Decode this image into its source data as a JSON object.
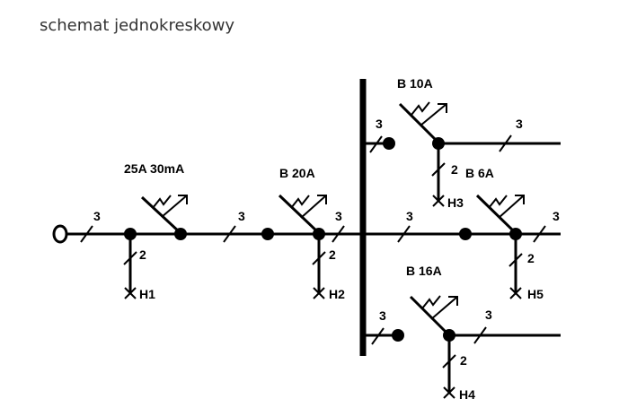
{
  "title": "schemat jednokreskowy",
  "colors": {
    "line": "#000000",
    "title_text": "#333333",
    "background": "#ffffff"
  },
  "diagram": {
    "supply": {
      "conductor_count": "3"
    },
    "rcd": {
      "label": "25A 30mA"
    },
    "link_rcd_to_mcb_main": {
      "conductor_count": "3"
    },
    "mcb_main": {
      "label": "B 20A"
    },
    "link_main_to_busbar": {
      "conductor_count": "3"
    },
    "busbar_tap_top": {
      "conductor_count": "3"
    },
    "busbar_tap_middle": {
      "conductor_count": "3"
    },
    "busbar_tap_bottom": {
      "conductor_count": "3"
    },
    "breakers": [
      {
        "label": "B 10A",
        "outgoing_count": "3",
        "drop_count": "2",
        "receiver": "H3"
      },
      {
        "label": "B 6A",
        "outgoing_count": "3",
        "drop_count": "2",
        "receiver": "H5"
      },
      {
        "label": "B 16A",
        "outgoing_count": "3",
        "drop_count": "2",
        "receiver": "H4"
      }
    ],
    "receivers_main": [
      {
        "label": "H1",
        "conductor_count": "2"
      },
      {
        "label": "H2",
        "conductor_count": "2"
      }
    ]
  }
}
